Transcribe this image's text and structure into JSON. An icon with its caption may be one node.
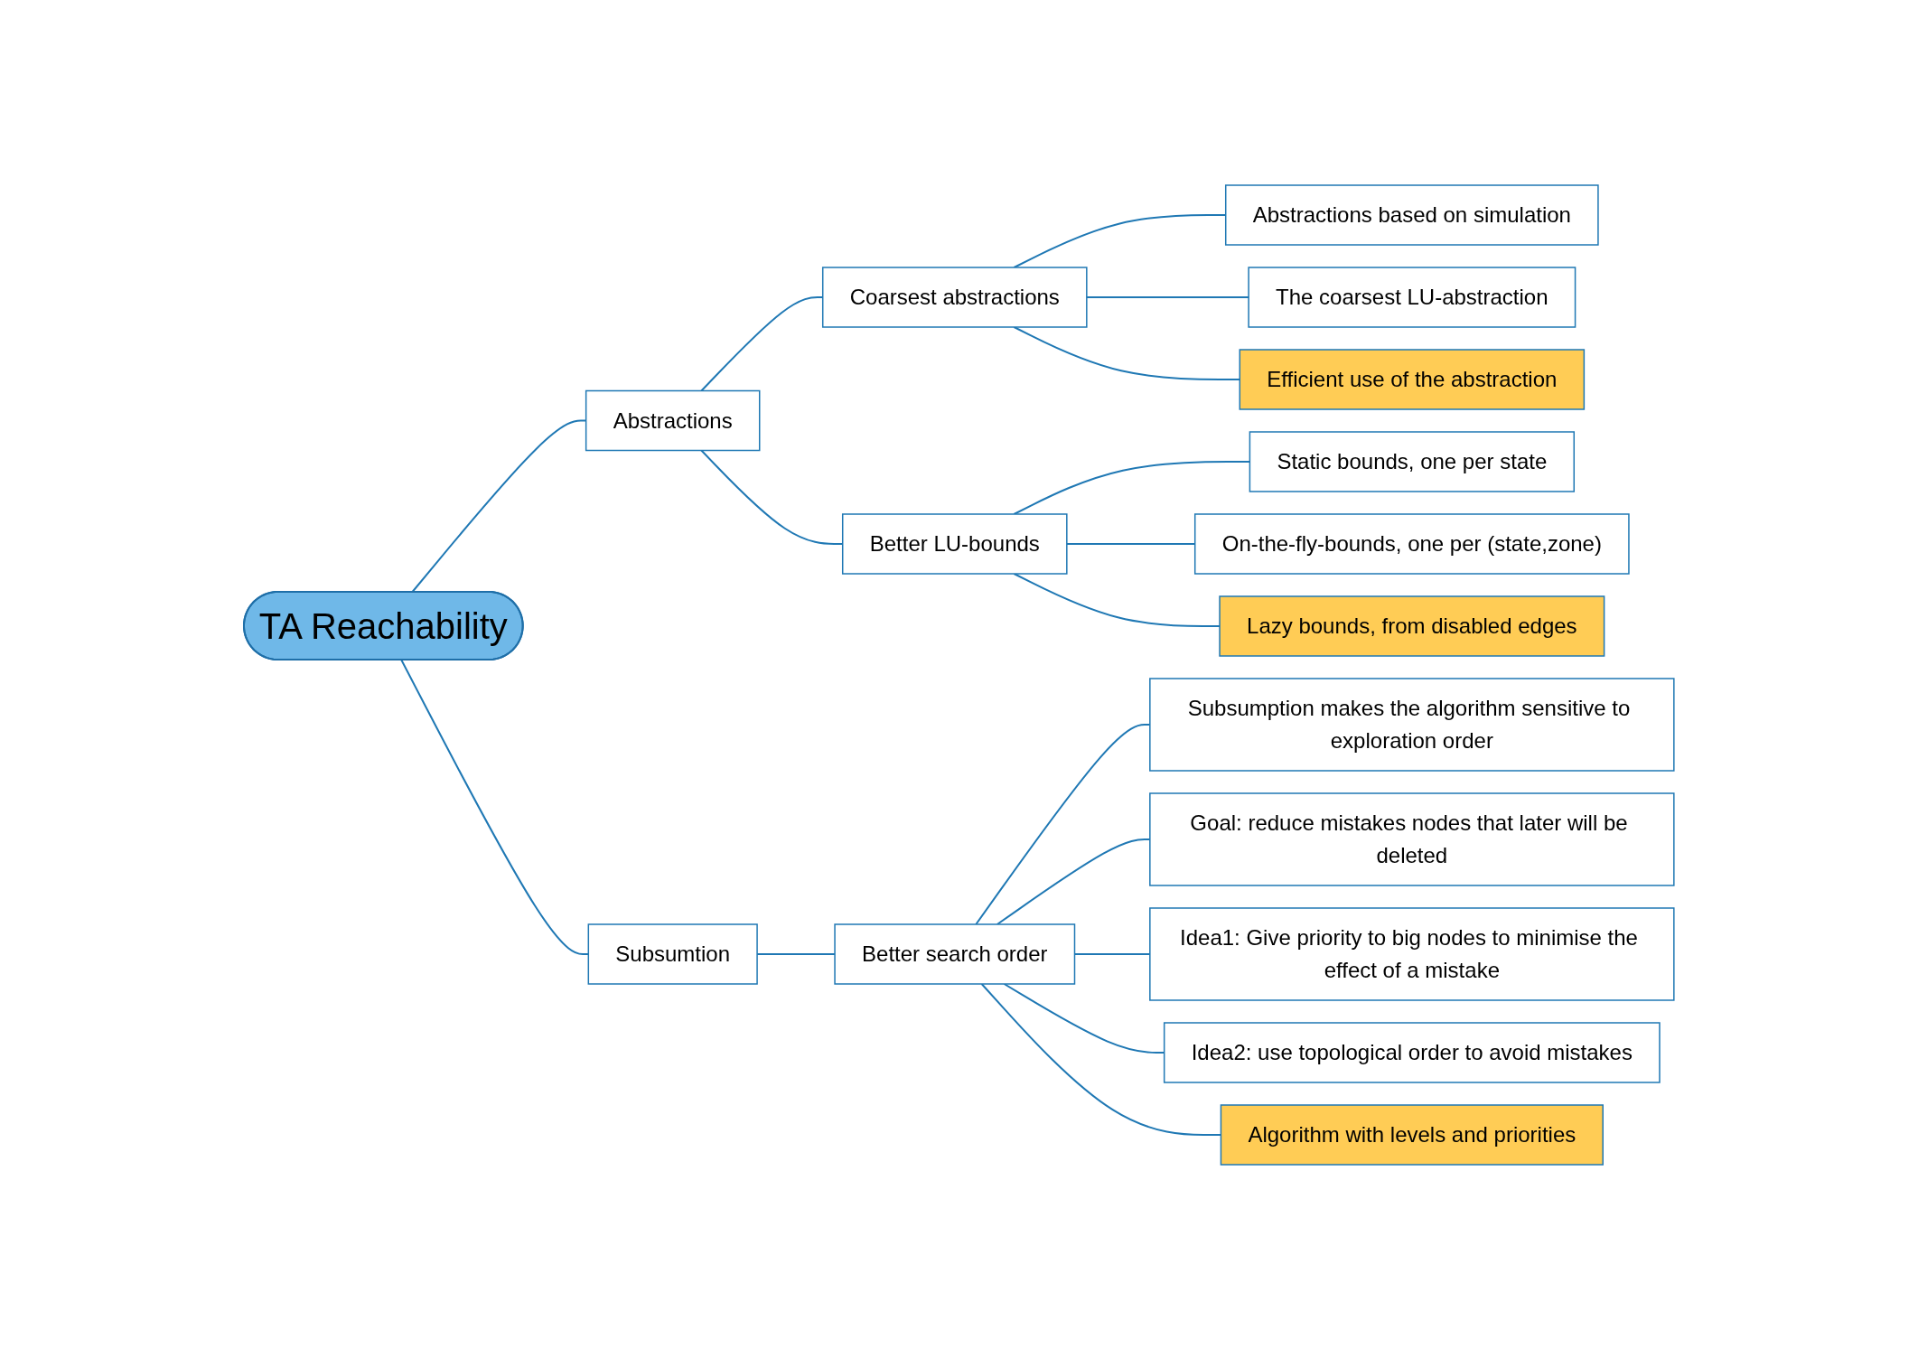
{
  "diagram": {
    "nodes": [
      {
        "text": [
          "TA Reachability"
        ]
      },
      {
        "text": [
          "Abstractions"
        ]
      },
      {
        "text": [
          "Coarsest abstractions"
        ]
      },
      {
        "text": [
          "Abstractions based on simulation"
        ]
      },
      {
        "text": [
          "The coarsest LU-abstraction"
        ]
      },
      {
        "text": [
          "Efficient use of the abstraction"
        ]
      },
      {
        "text": [
          "Better LU-bounds"
        ]
      },
      {
        "text": [
          "Static bounds, one per state"
        ]
      },
      {
        "text": [
          "On-the-fly-bounds, one per (state,zone)"
        ]
      },
      {
        "text": [
          "Lazy bounds, from disabled edges"
        ]
      },
      {
        "text": [
          "Subsumtion"
        ]
      },
      {
        "text": [
          "Better search order"
        ]
      },
      {
        "text": [
          "Subsumption makes the algorithm sensitive to exploration order"
        ]
      },
      {
        "text": [
          "Goal: reduce mistakes nodes that later will be deleted"
        ]
      },
      {
        "text": [
          "Idea1: Give priority to big nodes to minimise the effect of a mistake"
        ]
      },
      {
        "text": [
          "Idea2: use topological order to avoid mistakes"
        ]
      },
      {
        "text": [
          "Algorithm with levels and priorities"
        ]
      }
    ],
    "edges": [
      {
        "from": 0,
        "to": 1,
        "arrow": "none"
      },
      {
        "from": 1,
        "to": 2,
        "arrow": "none"
      },
      {
        "from": 2,
        "to": 3,
        "arrow": "none"
      },
      {
        "from": 2,
        "to": 4,
        "arrow": "none"
      },
      {
        "from": 2,
        "to": 5,
        "arrow": "none"
      },
      {
        "from": 1,
        "to": 6,
        "arrow": "none"
      },
      {
        "from": 6,
        "to": 7,
        "arrow": "none"
      },
      {
        "from": 6,
        "to": 8,
        "arrow": "none"
      },
      {
        "from": 6,
        "to": 9,
        "arrow": "none"
      },
      {
        "from": 0,
        "to": 10,
        "arrow": "none"
      },
      {
        "from": 10,
        "to": 11,
        "arrow": "none"
      },
      {
        "from": 11,
        "to": 12,
        "arrow": "none"
      },
      {
        "from": 11,
        "to": 13,
        "arrow": "none"
      },
      {
        "from": 11,
        "to": 14,
        "arrow": "none"
      },
      {
        "from": 11,
        "to": 15,
        "arrow": "none"
      },
      {
        "from": 11,
        "to": 16,
        "arrow": "none"
      }
    ]
  }
}
